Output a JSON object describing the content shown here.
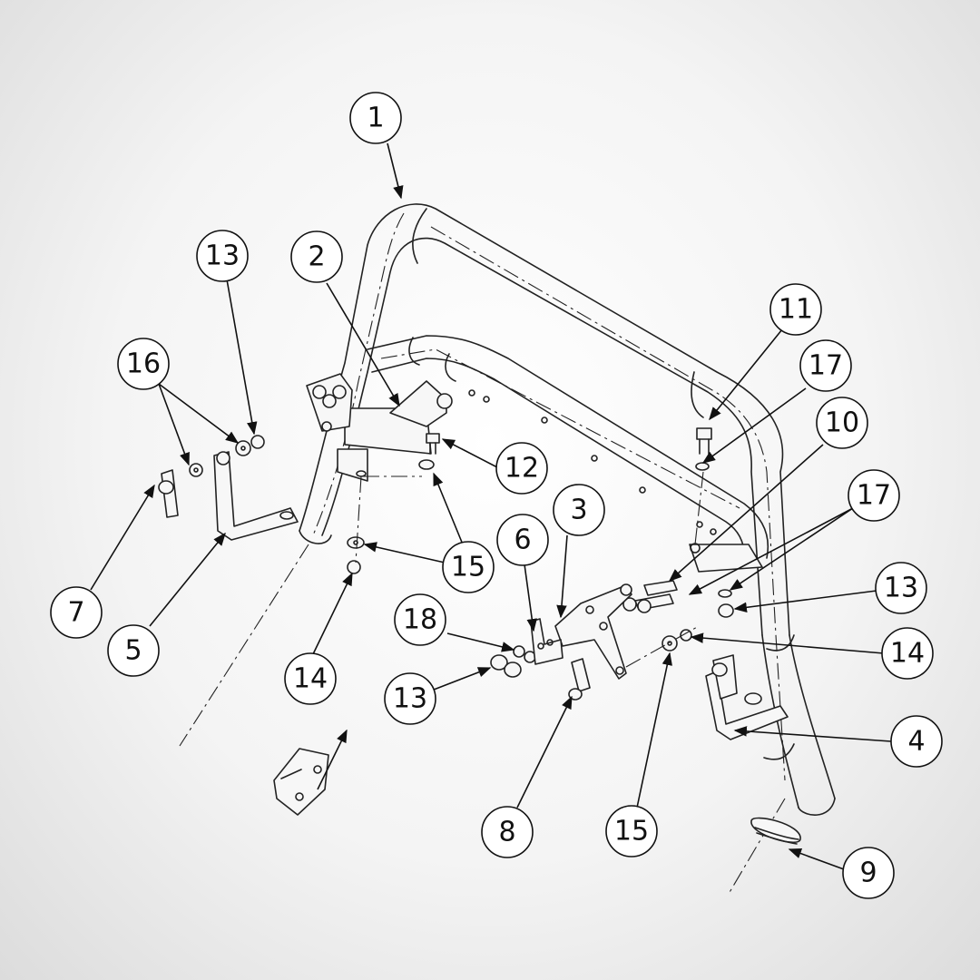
{
  "callouts": {
    "c1": "1",
    "c2": "2",
    "c3": "3",
    "c4": "4",
    "c5": "5",
    "c6": "6",
    "c7": "7",
    "c8": "8",
    "c9": "9",
    "c10": "10",
    "c11": "11",
    "c12": "12",
    "c13a": "13",
    "c13b": "13",
    "c13c": "13",
    "c14a": "14",
    "c14b": "14",
    "c15a": "15",
    "c15b": "15",
    "c16": "16",
    "c17a": "17",
    "c17b": "17",
    "c18": "18"
  }
}
